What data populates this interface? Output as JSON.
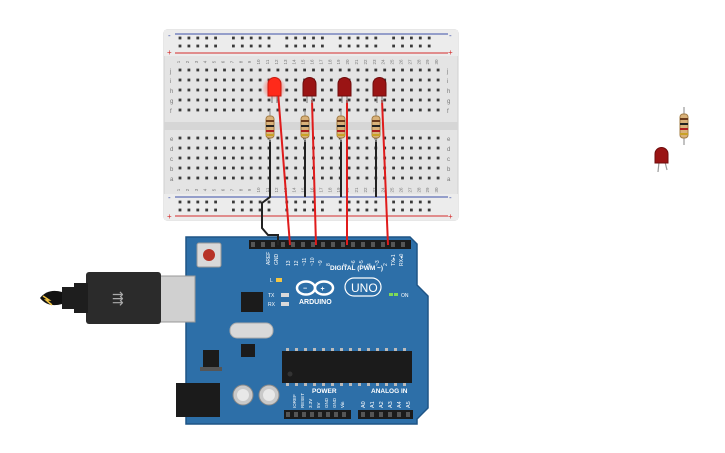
{
  "arduino": {
    "brand": "ARDUINO",
    "model": "UNO",
    "aref": "AREF",
    "gnd": "GND",
    "pins_top": [
      "13",
      "12",
      "~11",
      "~10",
      "~9",
      "8",
      "7",
      "~6",
      "~5",
      "4",
      "~3",
      "2",
      "TX▸1",
      "RX◂0"
    ],
    "digital_label": "DIGITAL (PWM ~)",
    "led_l": "L",
    "led_tx": "TX",
    "led_rx": "RX",
    "on_label": "ON",
    "power_label": "POWER",
    "power_pins": [
      "IOREF",
      "RESET",
      "3.3V",
      "5V",
      "GND",
      "GND",
      "Vin"
    ],
    "analog_label": "ANALOG IN",
    "analog_pins": [
      "A0",
      "A1",
      "A2",
      "A3",
      "A4",
      "A5"
    ]
  },
  "breadboard": {
    "rail_plus": "+",
    "rail_minus": "-",
    "row_letters_top": [
      "j",
      "i",
      "h",
      "g",
      "f"
    ],
    "row_letters_bottom": [
      "e",
      "d",
      "c",
      "b",
      "a"
    ],
    "column_numbers": [
      "1",
      "2",
      "3",
      "4",
      "5",
      "6",
      "7",
      "8",
      "9",
      "10",
      "11",
      "12",
      "13",
      "14",
      "15",
      "16",
      "17",
      "18",
      "19",
      "20",
      "21",
      "22",
      "23",
      "24",
      "25",
      "26",
      "27",
      "28",
      "29",
      "30"
    ]
  },
  "colors": {
    "board": "#2d6fa8",
    "board_dark": "#1f5586",
    "breadboard": "#e6e6e6",
    "wire_red": "#e01b1b",
    "wire_black": "#222222",
    "led_lit": "#ff2a1a",
    "led_off": "#9a1414",
    "rail_red": "#d42c2c",
    "rail_blue": "#3b4fa8"
  },
  "components": {
    "leds": [
      {
        "id": "led-1",
        "state": "on"
      },
      {
        "id": "led-2",
        "state": "off"
      },
      {
        "id": "led-3",
        "state": "off"
      },
      {
        "id": "led-4",
        "state": "off"
      }
    ],
    "palette": [
      "resistor",
      "led"
    ]
  }
}
